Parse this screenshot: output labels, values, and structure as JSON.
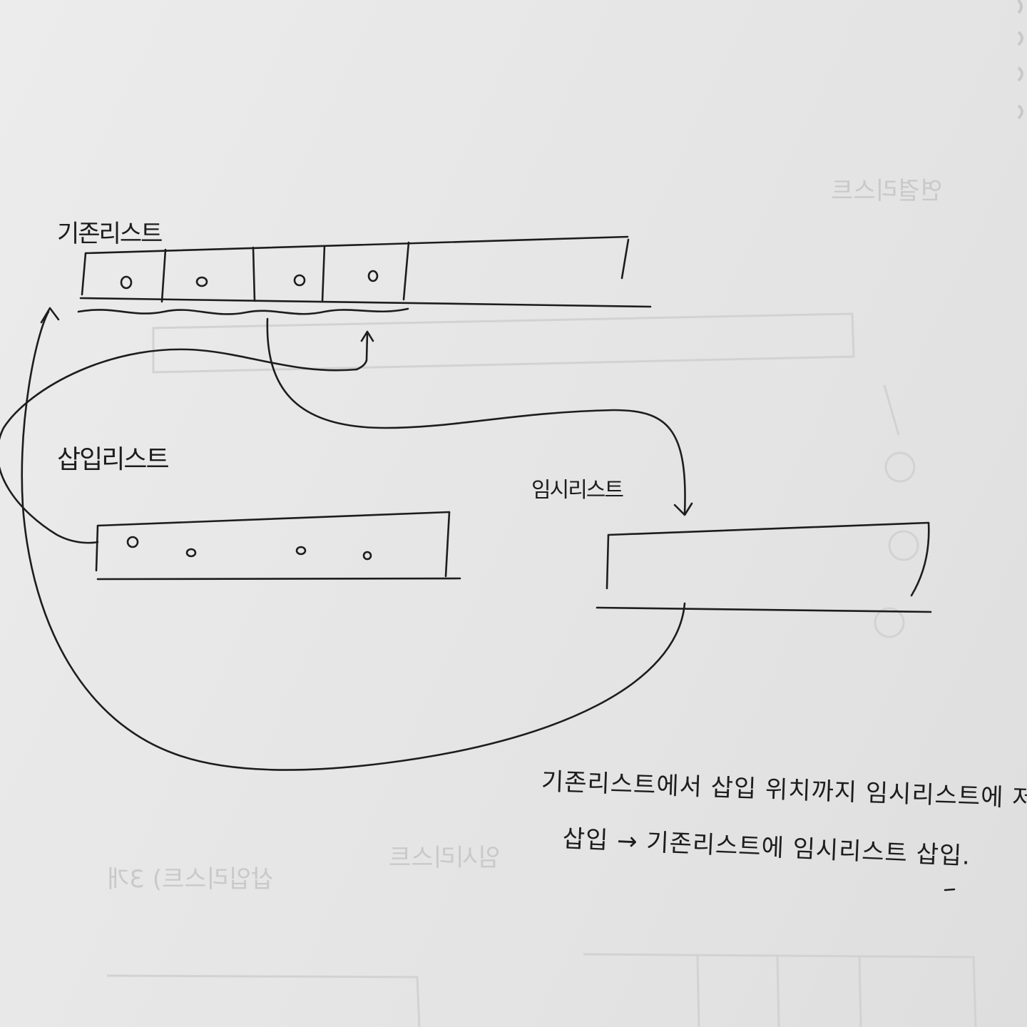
{
  "labels": {
    "existing_list": "기존리스트",
    "insert_list": "삽입리스트",
    "temp_list": "임시리스트"
  },
  "notes": {
    "line1": "기존리스트에서  삽입 위치까지  임시리스트에 저장",
    "line2": "삽입  →  기존리스트에  임시리스트 삽입."
  },
  "show_through": {
    "text1": "연결리스트",
    "text2": "임시리스트",
    "text3": "삽입리스트) 3개"
  },
  "existing_list": {
    "total_cells": 5,
    "filled_cells": 4,
    "marker": "o"
  },
  "insert_list": {
    "items": 4,
    "marker": "o"
  },
  "colors": {
    "ink": "#1d1d1d",
    "paper": "#e8e8e8",
    "show_through": "#c9c9c9"
  }
}
